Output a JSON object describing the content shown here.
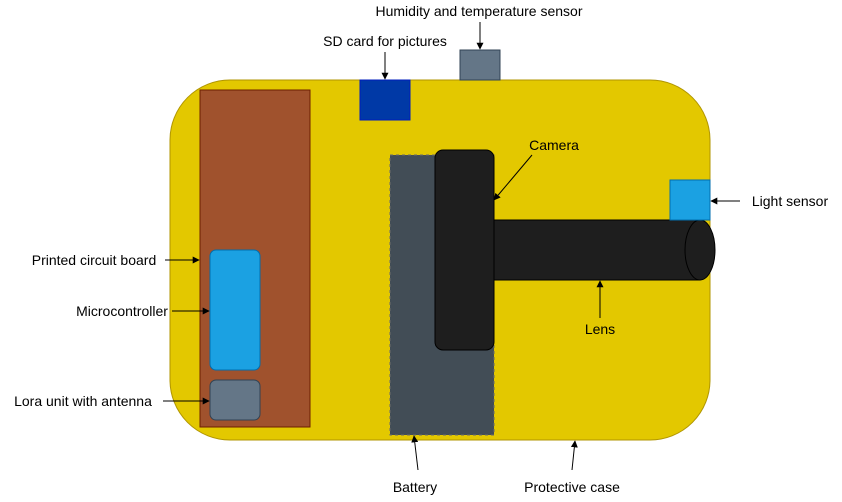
{
  "labels": {
    "humidity_sensor": "Humidity and temperature sensor",
    "sd_card": "SD card for pictures",
    "camera": "Camera",
    "light_sensor": "Light sensor",
    "pcb": "Printed circuit board",
    "microcontroller": "Microcontroller",
    "lens": "Lens",
    "lora": "Lora unit with antenna",
    "battery": "Battery",
    "case": "Protective case"
  },
  "colors": {
    "case_fill": "#e3c800",
    "case_stroke": "#b09500",
    "pcb_fill": "#a0522d",
    "pcb_stroke": "#6d1f00",
    "sd_fill": "#0039a6",
    "humidity_fill": "#647687",
    "light_fill": "#1ba1e2",
    "micro_fill": "#1ba1e2",
    "lora_fill": "#647687",
    "battery_fill": "#424d56",
    "camera_fill": "#1e1e1e",
    "lens_fill": "#1e1e1e",
    "arrow": "#000000"
  }
}
